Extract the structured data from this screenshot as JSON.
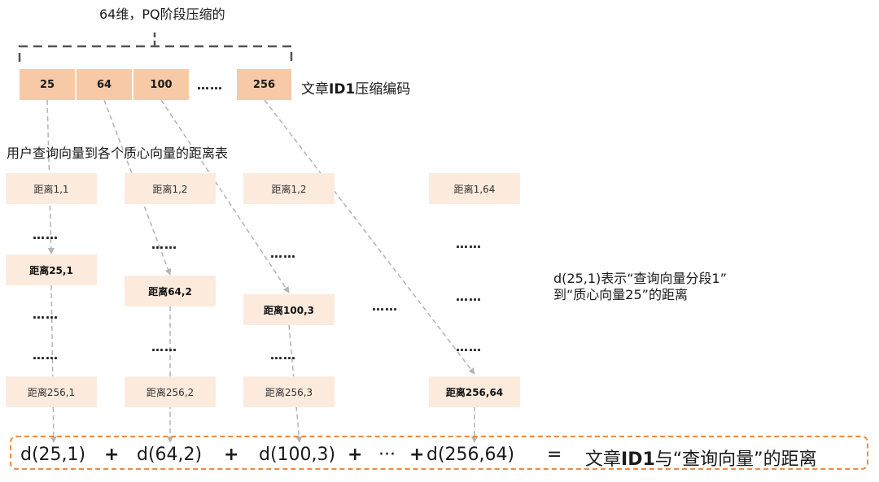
{
  "top_caption": "64维，PQ阶段压缩的",
  "codes": [
    "25",
    "64",
    "100",
    "256"
  ],
  "codes_ellipsis": "……",
  "code_label_prefix": "文章",
  "code_label_id": "ID1",
  "code_label_suffix": "压缩编码",
  "table_title": "用户查询向量到各个质心向量的距离表",
  "columns": [
    {
      "top": "距离1,1",
      "highlight": "距离25,1",
      "bottom": "距离256,1"
    },
    {
      "top": "距离1,2",
      "highlight": "距离64,2",
      "bottom": "距离256,2"
    },
    {
      "top": "距离1,2",
      "highlight": "距离100,3",
      "bottom": "距离256,3"
    },
    {
      "top": "距离1,64",
      "highlight": "距离256,64",
      "bottom": "距离256,64"
    }
  ],
  "ellipsis": "……",
  "note": {
    "line1": "d(25,1)表示“查询向量分段1”",
    "line2": "到“质心向量25”的距离"
  },
  "formula": {
    "t1": "d(25,1)",
    "t2": "d(64,2)",
    "t3": "d(100,3)",
    "t4": "···",
    "t5": "d(256,64)",
    "plus": "+",
    "equals": "=",
    "result_prefix": "文章",
    "result_id": "ID1",
    "result_suffix": "与“查询向量”的距离"
  },
  "colors": {
    "code_fill": "#f7c9a6",
    "cell_fill": "#fcebdd",
    "formula_border": "#f08a3e",
    "arrow": "#b3b3b3",
    "bracket": "#555555"
  }
}
